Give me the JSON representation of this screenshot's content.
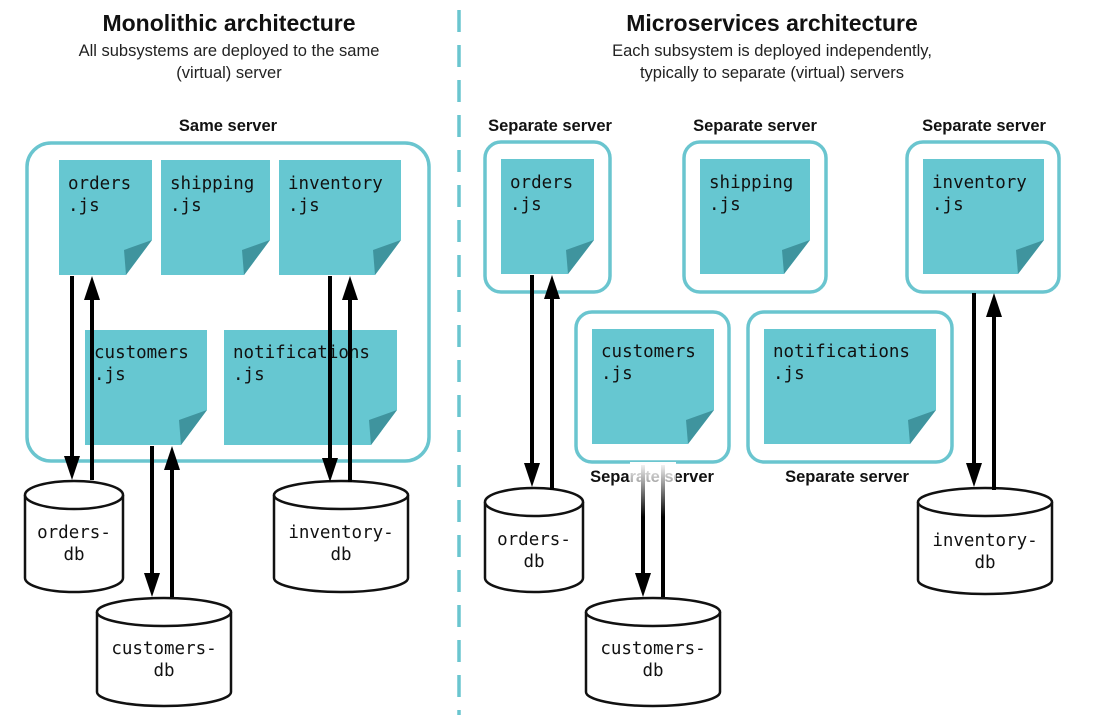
{
  "monolith": {
    "title": "Monolithic architecture",
    "subtitle_line1": "All subsystems are deployed to the same",
    "subtitle_line2": "(virtual) server",
    "server_label": "Same server",
    "files": {
      "orders": [
        "orders",
        ".js"
      ],
      "shipping": [
        "shipping",
        ".js"
      ],
      "inventory": [
        "inventory",
        ".js"
      ],
      "customers": [
        "customers",
        ".js"
      ],
      "notifications": [
        "notifications",
        ".js"
      ]
    },
    "databases": {
      "orders": [
        "orders-",
        "db"
      ],
      "inventory": [
        "inventory-",
        "db"
      ],
      "customers": [
        "customers-",
        "db"
      ]
    }
  },
  "microservices": {
    "title": "Microservices architecture",
    "subtitle_line1": "Each subsystem is deployed independently,",
    "subtitle_line2": "typically to separate (virtual) servers",
    "server_labels": {
      "orders": "Separate server",
      "shipping": "Separate server",
      "inventory": "Separate server",
      "customers": "Separate server",
      "notifications": "Separate server"
    },
    "files": {
      "orders": [
        "orders",
        ".js"
      ],
      "shipping": [
        "shipping",
        ".js"
      ],
      "inventory": [
        "inventory",
        ".js"
      ],
      "customers": [
        "customers",
        ".js"
      ],
      "notifications": [
        "notifications",
        ".js"
      ]
    },
    "databases": {
      "orders": [
        "orders-",
        "db"
      ],
      "inventory": [
        "inventory-",
        "db"
      ],
      "customers": [
        "customers-",
        "db"
      ]
    }
  },
  "colors": {
    "accent": "#6ac5cf",
    "file_fill": "#66c7d1",
    "file_fold": "#3f949e"
  }
}
